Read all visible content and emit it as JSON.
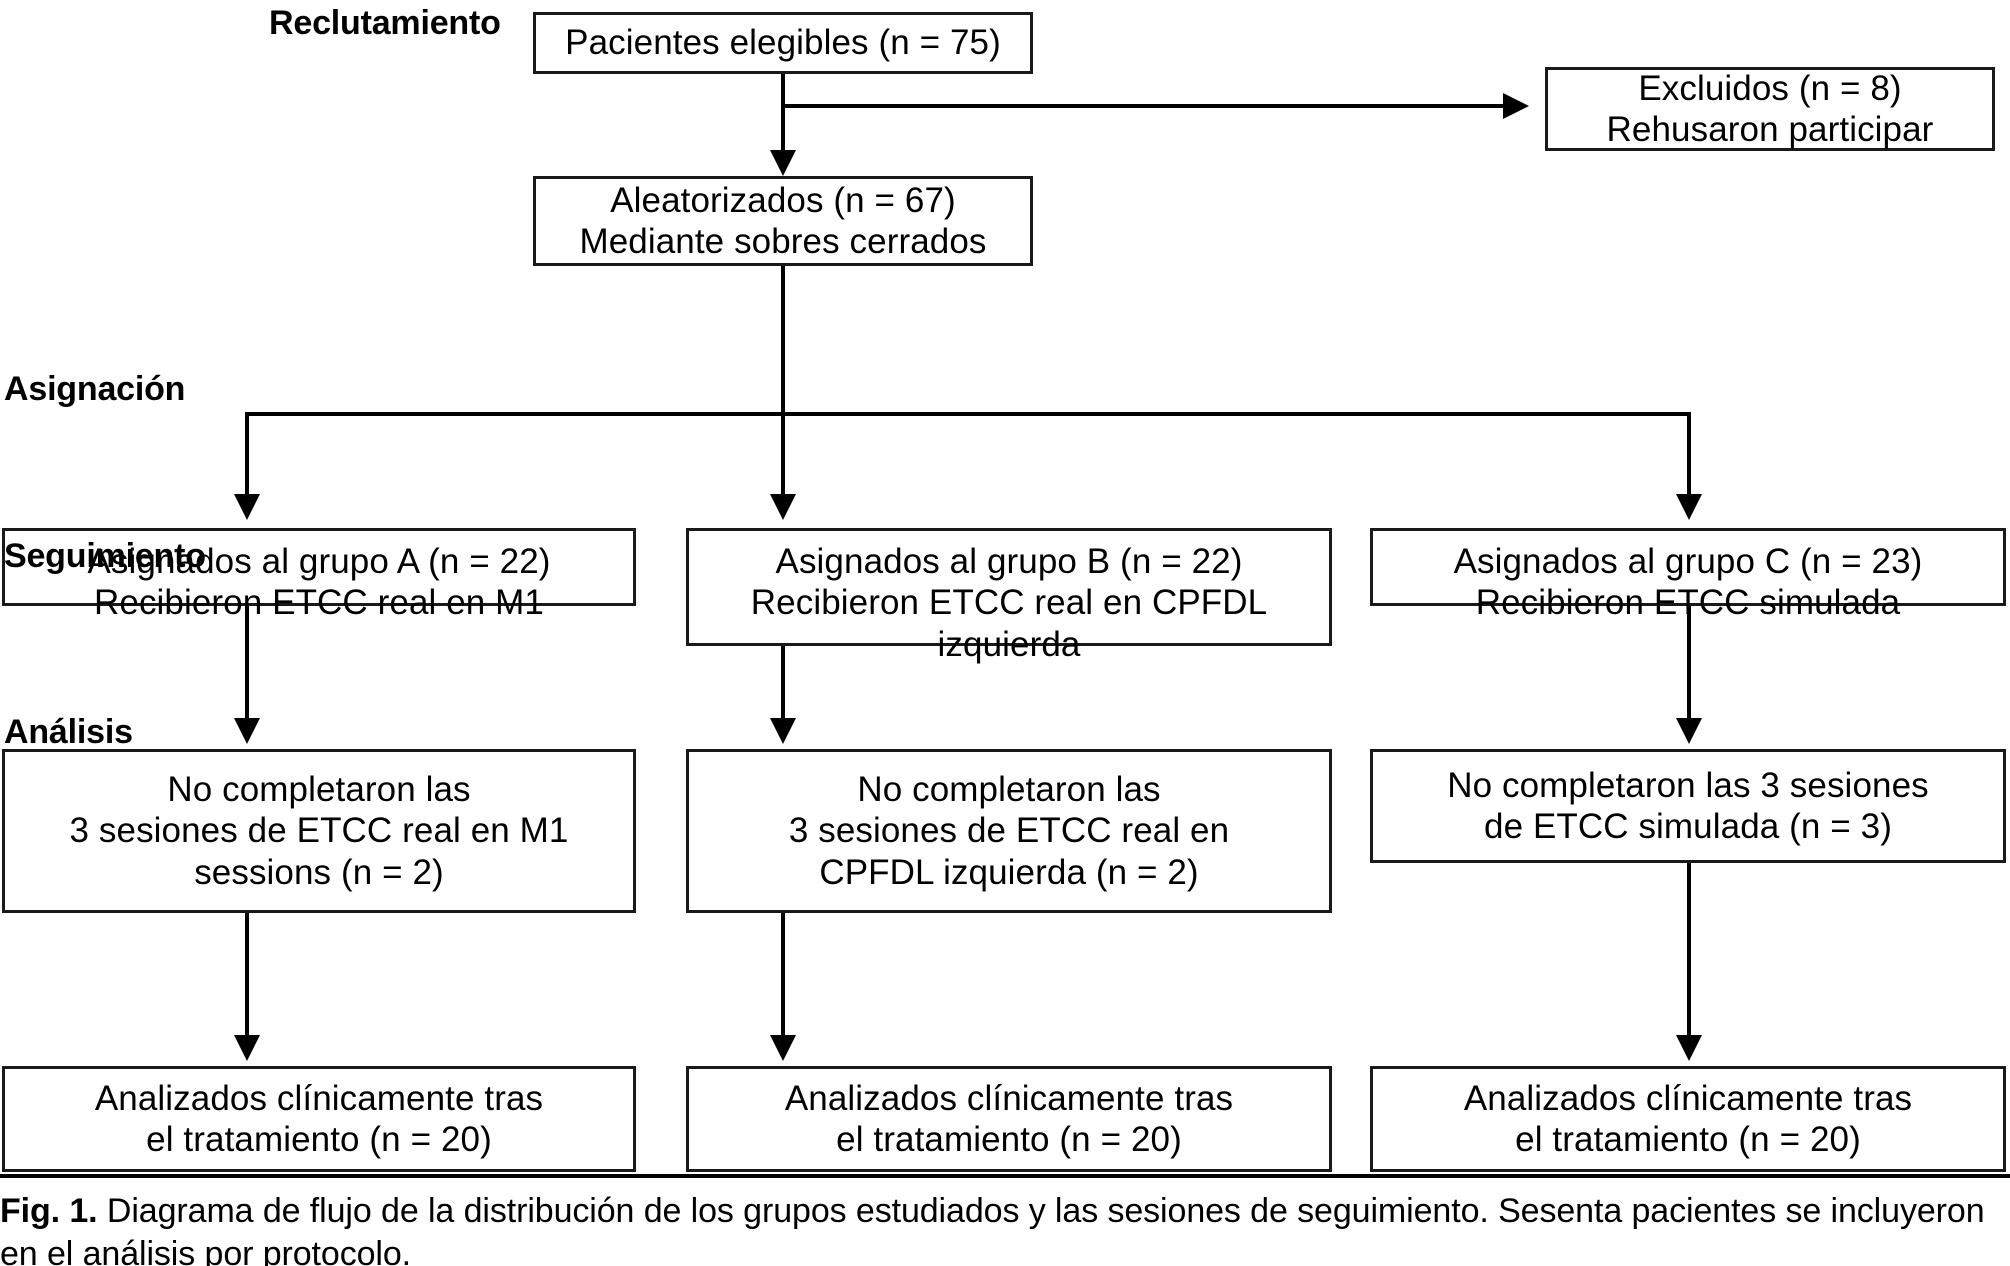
{
  "figure": {
    "stage_labels": {
      "recruitment": "Reclutamiento",
      "allocation": "Asignación",
      "followup": "Seguimiento",
      "analysis": "Análisis"
    },
    "boxes": {
      "eligible": {
        "lines": [
          "Pacientes elegibles (n = 75)"
        ]
      },
      "excluded": {
        "lines": [
          "Excluidos (n = 8)",
          "Rehusaron participar"
        ]
      },
      "randomized": {
        "lines": [
          "Aleatorizados (n = 67)",
          "Mediante sobres cerrados"
        ]
      },
      "alloc_a": {
        "lines": [
          "Asignados al grupo A (n = 22)",
          "Recibieron ETCC real en M1"
        ]
      },
      "alloc_b": {
        "lines": [
          "Asignados al grupo B (n = 22)",
          "Recibieron ETCC real en CPFDL",
          "izquierda"
        ]
      },
      "alloc_c": {
        "lines": [
          "Asignados al grupo C (n = 23)",
          "Recibieron ETCC simulada"
        ]
      },
      "follow_a": {
        "lines": [
          "No completaron las",
          "3 sesiones de ETCC real en M1",
          "sessions (n = 2)"
        ]
      },
      "follow_b": {
        "lines": [
          "No completaron las",
          "3 sesiones de ETCC real en",
          "CPFDL izquierda (n = 2)"
        ]
      },
      "follow_c": {
        "lines": [
          "No completaron las 3 sesiones",
          "de ETCC simulada (n = 3)"
        ]
      },
      "analysis_a": {
        "lines": [
          "Analizados clínicamente tras",
          "el tratamiento (n = 20)"
        ]
      },
      "analysis_b": {
        "lines": [
          "Analizados clínicamente tras",
          "el tratamiento (n = 20)"
        ]
      },
      "analysis_c": {
        "lines": [
          "Analizados clínicamente tras",
          "el tratamiento (n = 20)"
        ]
      }
    }
  },
  "caption": {
    "label": "Fig. 1.",
    "text": " Diagrama de flujo de la distribución de los grupos estudiados y las sesiones de seguimiento. Sesenta pacientes se incluyeron en el análisis por protocolo."
  },
  "colors": {
    "stroke": "#000000",
    "box_border": "#1a1a1a",
    "background": "#ffffff",
    "text": "#000000"
  }
}
